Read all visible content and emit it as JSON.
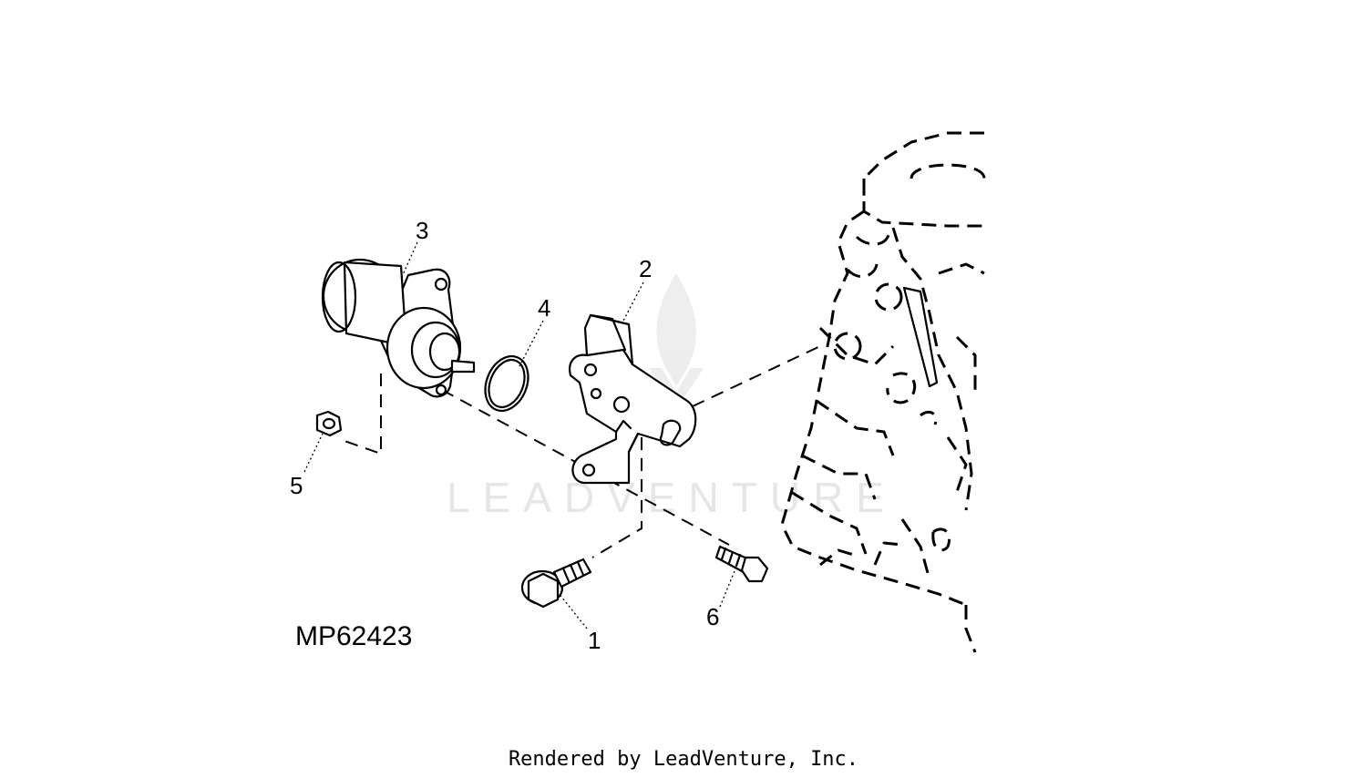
{
  "diagram": {
    "figure_id": "MP62423",
    "footer": "Rendered by LeadVenture, Inc.",
    "watermark": "LEADVENTURE",
    "callouts": [
      {
        "id": "callout-1",
        "label": "1"
      },
      {
        "id": "callout-2",
        "label": "2"
      },
      {
        "id": "callout-3",
        "label": "3"
      },
      {
        "id": "callout-4",
        "label": "4"
      },
      {
        "id": "callout-5",
        "label": "5"
      },
      {
        "id": "callout-6",
        "label": "6"
      }
    ]
  }
}
